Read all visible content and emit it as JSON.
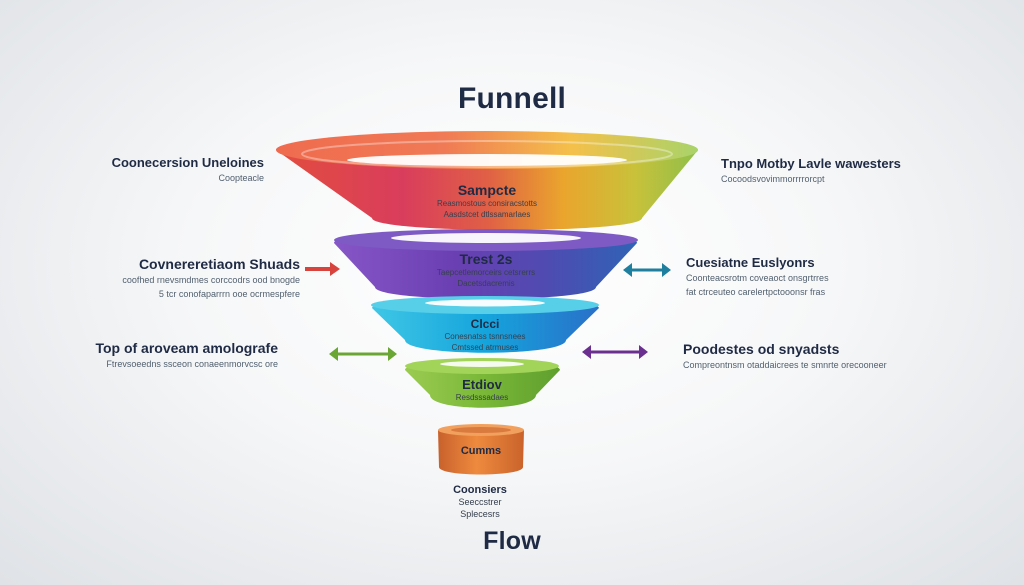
{
  "title": "Funnell",
  "footer": "Flow",
  "stages": [
    {
      "label": "Sampcte",
      "sublines": [
        "Reasmostous consiracstotts",
        "Aasdstcet dtlssamarlaes"
      ],
      "color": "#d8423f"
    },
    {
      "label": "Trest 2s",
      "sublines": [
        "Taepcetlemorceirs cetsrerrs",
        "Dacetsdacremis"
      ],
      "color": "#6e46ad"
    },
    {
      "label": "Clcci",
      "sublines": [
        "Conesnatss tsnnsnees",
        "Cmtssed atrmuses"
      ],
      "color": "#19a4dd"
    },
    {
      "label": "Etdiov",
      "sublines": [
        "Resdsssadaes"
      ],
      "color": "#7ab838"
    },
    {
      "label": "Cumms",
      "sublines": [],
      "color": "#e07732"
    }
  ],
  "below_bucket": {
    "label": "Coonsiers",
    "sublines": [
      "Seeccstrer",
      "Splecesrs"
    ]
  },
  "left_labels": [
    {
      "title": "Coonecersion Uneloines",
      "sub": [
        "Coopteacle"
      ]
    },
    {
      "title": "Covnereretiaom Shuads",
      "sub": [
        "coofhed rnevsmdmes corccodrs ood bnogde",
        "5 tcr conofaparrrn ooe ocrmespfere"
      ]
    },
    {
      "title": "Top of aroveam amolografe",
      "sub": [
        "Ftrevsoeedns ssceon conaeenmorvcsc ore"
      ]
    }
  ],
  "right_labels": [
    {
      "title": "Tnpo Motby Lavle wawesters",
      "sub": [
        "Cocoodsvovimmorrrrorcpt"
      ]
    },
    {
      "title": "Cuesiatne Euslyonrs",
      "sub": [
        "Coonteacsrotm coveaoct onsgrtrres",
        "fat ctrceuteo carelertpctooonsr fras"
      ]
    },
    {
      "title": "Poodestes od snyadsts",
      "sub": [
        "Compreontnsm otaddaicrees te smnrte orecooneer"
      ]
    }
  ],
  "arrow_colors": {
    "left_1": "#d8433e",
    "right_1": "#1e7f9e",
    "left_2": "#6aa634",
    "right_2": "#6a2f8f"
  }
}
